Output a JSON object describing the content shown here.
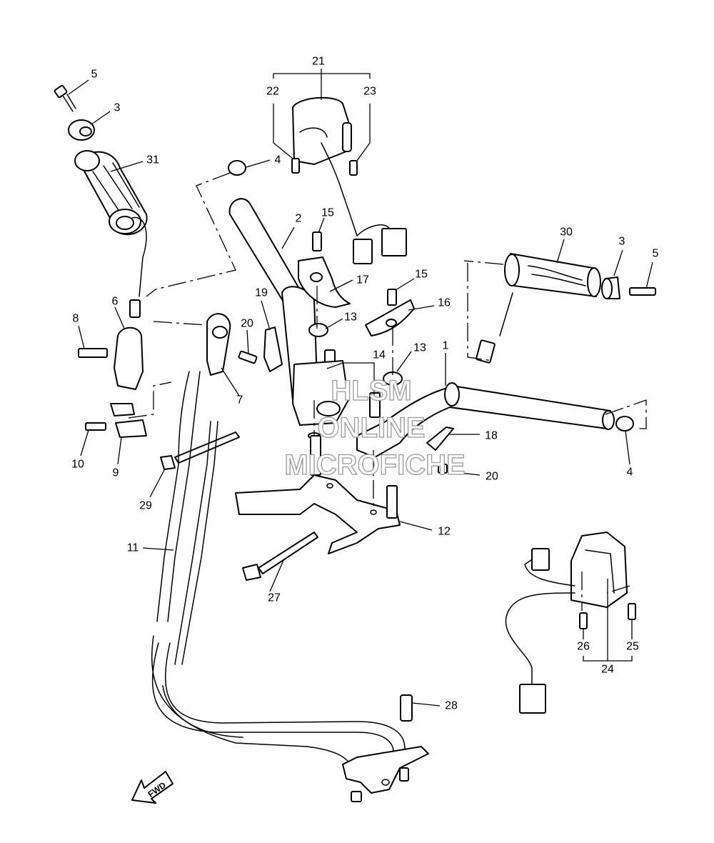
{
  "callouts": {
    "c1": "1",
    "c2": "2",
    "c3a": "3",
    "c3b": "3",
    "c4a": "4",
    "c4b": "4",
    "c5a": "5",
    "c5b": "5",
    "c6": "6",
    "c7": "7",
    "c8": "8",
    "c9": "9",
    "c10": "10",
    "c11": "11",
    "c12": "12",
    "c13a": "13",
    "c13b": "13",
    "c14": "14",
    "c15a": "15",
    "c15b": "15",
    "c16": "16",
    "c17": "17",
    "c18": "18",
    "c19": "19",
    "c20a": "20",
    "c20b": "20",
    "c21": "21",
    "c22": "22",
    "c23": "23",
    "c24": "24",
    "c25": "25",
    "c26": "26",
    "c27": "27",
    "c28": "28",
    "c29": "29",
    "c30": "30",
    "c31": "31"
  },
  "watermark": {
    "line1": "HLSM",
    "line2": "ONLINE",
    "line3": "MICROFICHE"
  },
  "fwd_label": "FWD"
}
